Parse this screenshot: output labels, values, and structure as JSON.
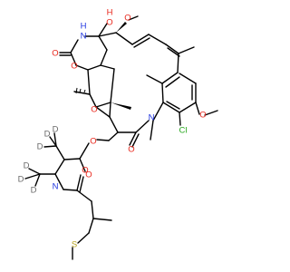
{
  "figure": {
    "title": "",
    "background": "#ffffff"
  },
  "colors": {
    "carbon": "#000000",
    "oxygen": "#e8261b",
    "nitrogen": "#1f35e0",
    "chlorine": "#2aa820",
    "sulfur": "#b5a21d",
    "deuterium": "#6a6a6a"
  },
  "atom_labels": [
    {
      "id": "n-carbamate",
      "text": "N",
      "element": "nitrogen"
    },
    {
      "id": "h-carbamate",
      "text": "H",
      "element": "nitrogen"
    },
    {
      "id": "o-hydroxyl",
      "text": "O",
      "element": "oxygen"
    },
    {
      "id": "h-hydroxyl",
      "text": "H",
      "element": "oxygen"
    },
    {
      "id": "o-methoxy-top",
      "text": "O",
      "element": "oxygen"
    },
    {
      "id": "o-carbonyl-1",
      "text": "O",
      "element": "oxygen"
    },
    {
      "id": "o-ring",
      "text": "O",
      "element": "oxygen"
    },
    {
      "id": "o-epoxide",
      "text": "O",
      "element": "oxygen"
    },
    {
      "id": "o-aryl-ether",
      "text": "O",
      "element": "oxygen"
    },
    {
      "id": "cl",
      "text": "Cl",
      "element": "chlorine"
    },
    {
      "id": "n-amide",
      "text": "N",
      "element": "nitrogen"
    },
    {
      "id": "o-carbonyl-2",
      "text": "O",
      "element": "oxygen"
    },
    {
      "id": "o-ester",
      "text": "O",
      "element": "oxygen"
    },
    {
      "id": "o-carbonyl-3",
      "text": "O",
      "element": "oxygen"
    },
    {
      "id": "n-side",
      "text": "N",
      "element": "nitrogen"
    },
    {
      "id": "o-carbonyl-4",
      "text": "O",
      "element": "oxygen"
    },
    {
      "id": "s",
      "text": "S",
      "element": "sulfur"
    },
    {
      "id": "d-1",
      "text": "D",
      "element": "deuterium"
    },
    {
      "id": "d-2",
      "text": "D",
      "element": "deuterium"
    },
    {
      "id": "d-3",
      "text": "D",
      "element": "deuterium"
    },
    {
      "id": "d-4",
      "text": "D",
      "element": "deuterium"
    },
    {
      "id": "d-5",
      "text": "D",
      "element": "deuterium"
    },
    {
      "id": "d-6",
      "text": "D",
      "element": "deuterium"
    }
  ]
}
